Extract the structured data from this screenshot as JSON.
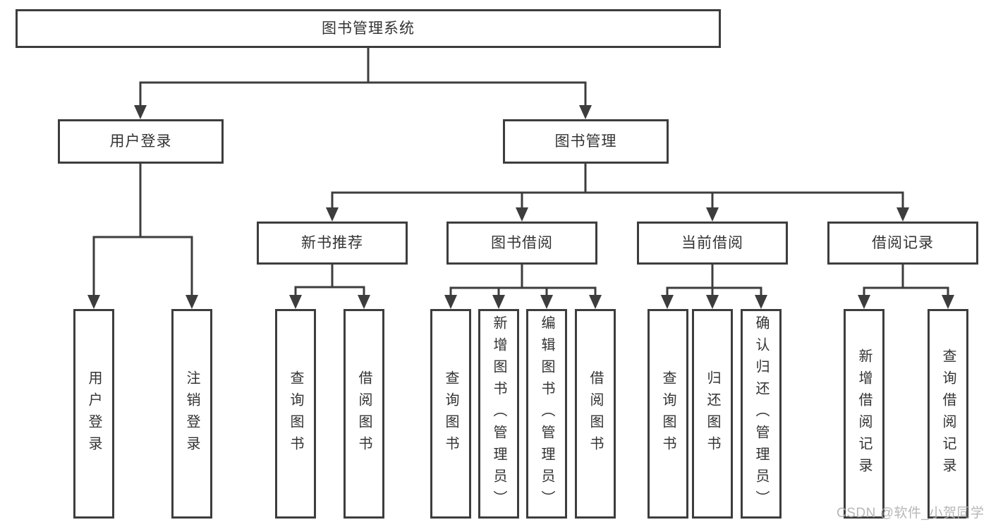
{
  "diagram": {
    "title": "图书管理系统",
    "branches": [
      {
        "label": "用户登录",
        "children": [
          {
            "label": "用户登录"
          },
          {
            "label": "注销登录"
          }
        ]
      },
      {
        "label": "图书管理",
        "sections": [
          {
            "label": "新书推荐",
            "children": [
              {
                "label": "查询图书"
              },
              {
                "label": "借阅图书"
              }
            ]
          },
          {
            "label": "图书借阅",
            "children": [
              {
                "label": "查询图书"
              },
              {
                "label": "新增图书（管理员）"
              },
              {
                "label": "编辑图书（管理员）"
              },
              {
                "label": "借阅图书"
              }
            ]
          },
          {
            "label": "当前借阅",
            "children": [
              {
                "label": "查询图书"
              },
              {
                "label": "归还图书"
              },
              {
                "label": "确认归还（管理员）"
              }
            ]
          },
          {
            "label": "借阅记录",
            "children": [
              {
                "label": "新增借阅记录"
              },
              {
                "label": "查询借阅记录"
              }
            ]
          }
        ]
      }
    ]
  },
  "watermark": {
    "text": "CSDN @软件_小贺同学"
  },
  "colors": {
    "line": "#3d3d3d",
    "text": "#333333",
    "background": "#ffffff",
    "watermark": "#b1b1b1"
  }
}
